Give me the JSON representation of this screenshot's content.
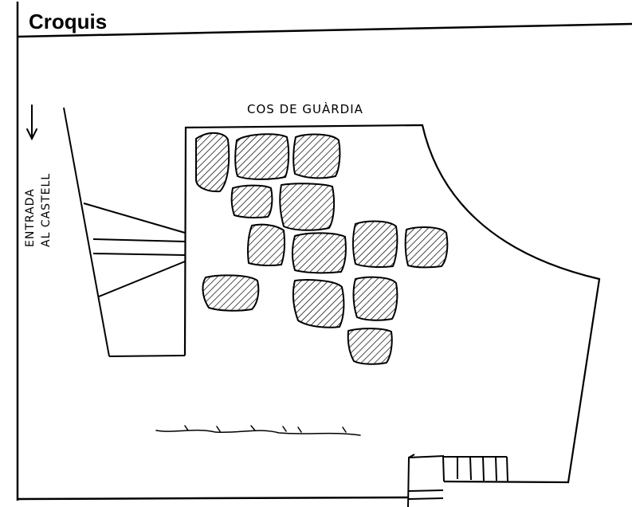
{
  "title": "Croquis",
  "labels": {
    "guard_house": "COS DE GUÀRDIA",
    "entrance_line1": "ENTRADA",
    "entrance_line2": "AL CASTELL"
  },
  "icons": {
    "entrance_arrow": "arrow-down-icon",
    "stone_blocks": "hatched-stone-icon"
  }
}
